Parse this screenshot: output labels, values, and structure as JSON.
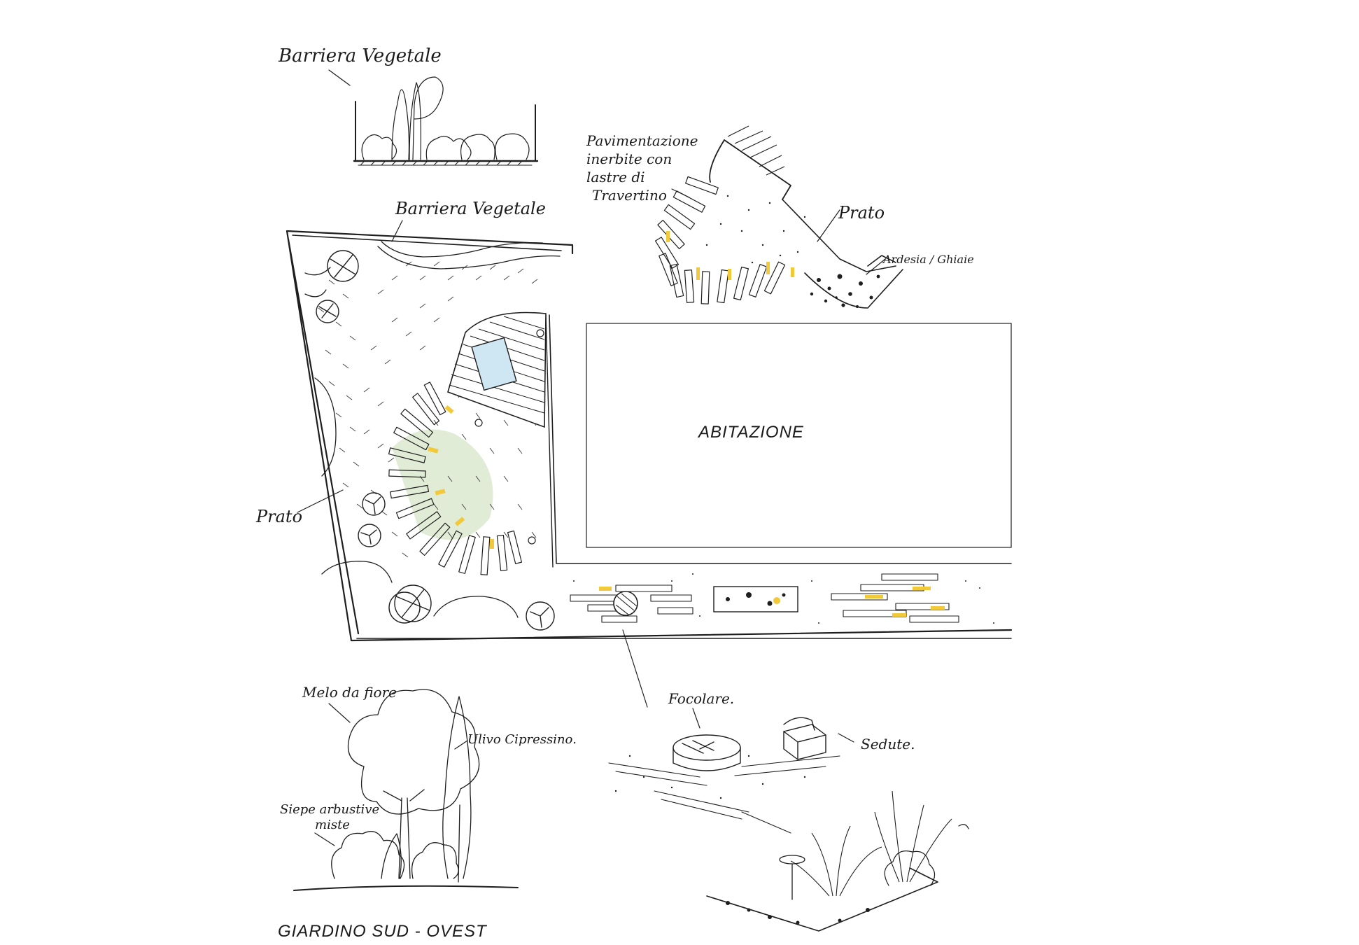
{
  "plan": {
    "house_label": "ABITAZIONE",
    "lawn_label": "Prato",
    "hedge_label": "Barriera Vegetale",
    "title": "GIARDINO SUD - OVEST"
  },
  "detail_hedge": {
    "label": "Barriera Vegetale"
  },
  "detail_paving": {
    "paving_label_lines": [
      "Pavimentazione",
      "inerbite con",
      "lastre di",
      "Travertino"
    ],
    "lawn_label": "Prato",
    "gravel_label": "Ardesia / Ghiaie"
  },
  "detail_fire": {
    "hearth_label": "Focolare.",
    "seats_label": "Sedute."
  },
  "detail_trees": {
    "apple_label": "Melo da fiore",
    "olive_label": "Ulivo Cipressino.",
    "shrub_label_lines": [
      "Siepe arbustive",
      "miste"
    ]
  },
  "colors": {
    "ink": "#1e1e1e",
    "accent_yellow": "#f1c93b",
    "pool_blue": "#cfe6f3",
    "lawn_green": "#c9ddb4"
  }
}
